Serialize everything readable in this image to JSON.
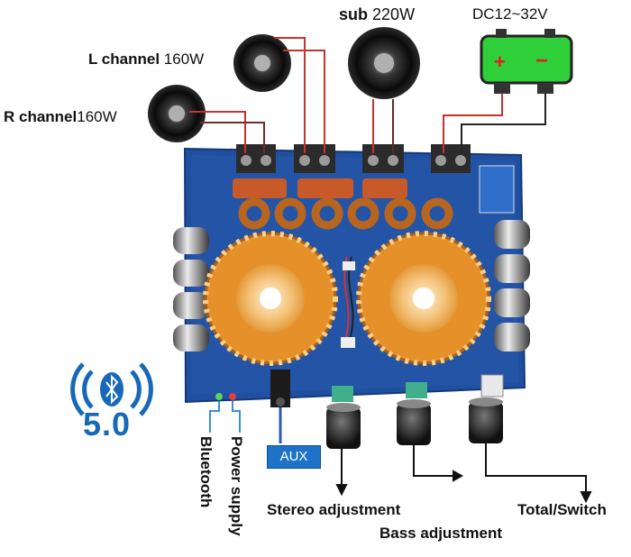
{
  "labels": {
    "sub": "sub",
    "sub_power": "220W",
    "dc": "DC12~32V",
    "l_channel": "L channel",
    "l_power": "160W",
    "r_channel": "R channel",
    "r_power": "160W",
    "battery_plus": "+",
    "battery_minus": "−",
    "bluetooth": "Bluetooth",
    "power_supply": "Power supply",
    "aux": "AUX",
    "stereo": "Stereo adjustment",
    "bass": "Bass adjustment",
    "total": "Total/Switch",
    "bt_version": "5.0"
  },
  "colors": {
    "board": "#1f4f9e",
    "heatsink": "#e6902a",
    "battery": "#2fcf3a",
    "wire": "#c8322c",
    "bt_blue": "#1769b8"
  },
  "icons": [
    "speaker-icon",
    "battery-icon",
    "bluetooth-icon",
    "arrow-icon"
  ]
}
